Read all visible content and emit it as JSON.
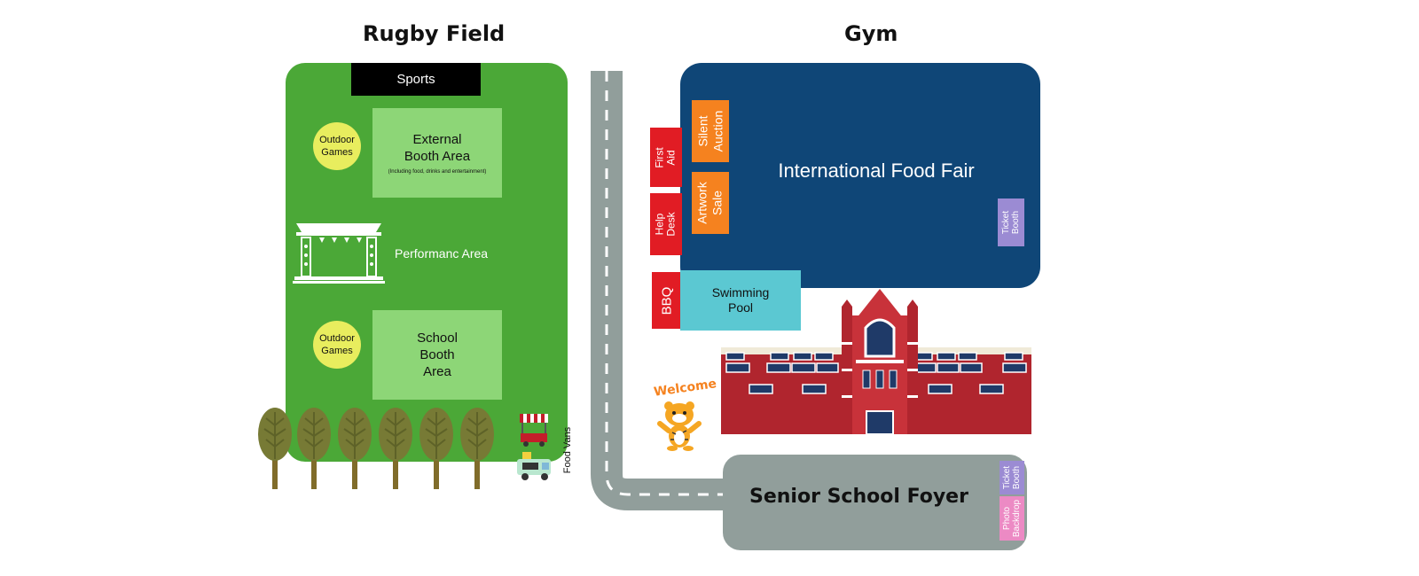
{
  "titles": {
    "rugby_field": "Rugby Field",
    "gym": "Gym"
  },
  "rugby": {
    "sports": "Sports",
    "outdoor_games_1": "Outdoor Games",
    "outdoor_games_2": "Outdoor Games",
    "external_booth": "External Booth Area",
    "external_booth_note": "(Including food, drinks and entertainment)",
    "performance_area": "Performanc Area",
    "school_booth": "School Booth Area",
    "food_vans": "Food Vans"
  },
  "gym": {
    "international_food_fair": "International Food Fair",
    "silent_auction": "Silent\nAuction",
    "artwork_sale": "Artwork\nSale",
    "ticket_booth": "Ticket\nBooth",
    "first_aid": "First\nAid",
    "help_desk": "Help\nDesk",
    "bbq": "BBQ",
    "swimming_pool": "Swimming Pool"
  },
  "foyer": {
    "label": "Senior School Foyer",
    "ticket_booth": "Ticket\nBooth",
    "photo_backdrop": "Photo\nBackdrop"
  },
  "mascot": {
    "welcome": "Welcome"
  },
  "colors": {
    "field": "#4ba837",
    "booth": "#8dd677",
    "games": "#e8ed5e",
    "gym": "#0f4677",
    "road": "#919e9b",
    "red": "#e11c24",
    "orange": "#f5821f",
    "pool": "#5bc8d2",
    "purple": "#9b8bd3",
    "pink": "#ec8ac4"
  }
}
